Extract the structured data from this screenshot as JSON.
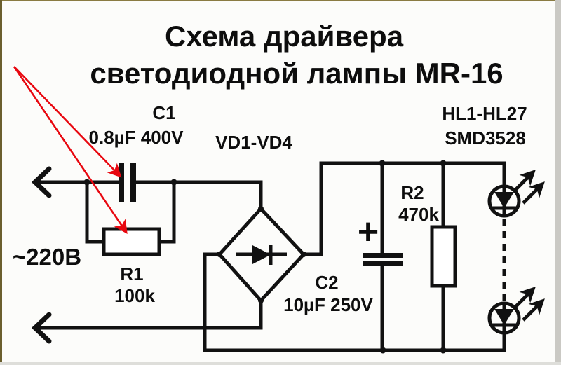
{
  "title": {
    "line1": "Схема драйвера",
    "line2": "светодиодной лампы MR-16"
  },
  "components": {
    "c1": {
      "name": "C1",
      "value": "0.8µF 400V"
    },
    "r1": {
      "name": "R1",
      "value": "100k"
    },
    "bridge": {
      "name": "VD1-VD4"
    },
    "c2": {
      "name": "C2",
      "value": "10µF 250V",
      "polarity": "+"
    },
    "r2": {
      "name": "R2",
      "value": "470k"
    },
    "leds": {
      "name": "HL1-HL27",
      "type": "SMD3528"
    },
    "mains": {
      "label": "~220В"
    }
  },
  "colors": {
    "wire": "#111111",
    "annotation_red": "#e8070f",
    "background": "#fcfcfa",
    "border_left": "#6b5f2e",
    "border_top": "#8a7b42",
    "edge_right": "#cac9c4",
    "edge_bottom": "#dededa"
  }
}
